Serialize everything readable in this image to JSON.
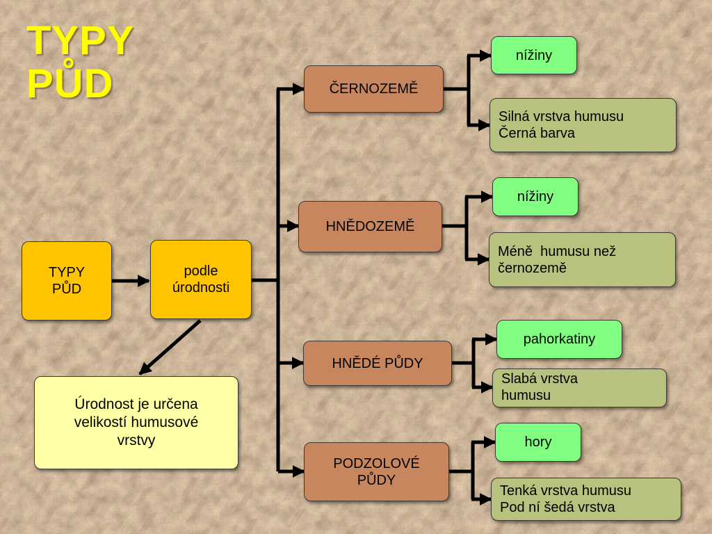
{
  "slide": {
    "title_line1": "TYPY",
    "title_line2": "PŮD"
  },
  "root": {
    "line1": "TYPY",
    "line2": "PŮD"
  },
  "criterion": {
    "line1": "podle",
    "line2": "úrodnosti"
  },
  "note": {
    "line1": "Úrodnost je určena",
    "line2": "velikostí humusové",
    "line3": "vrstvy"
  },
  "types": [
    {
      "name": "ČERNOZEMĚ",
      "location": "nížiny",
      "desc_line1": "Silná vrstva humusu",
      "desc_line2": "Černá barva"
    },
    {
      "name": "HNĚDOZEMĚ",
      "location": "nížiny",
      "desc_line1": "Méně  humusu než",
      "desc_line2": "černozemě"
    },
    {
      "name": "HNĚDÉ PŮDY",
      "location": "pahorkatiny",
      "desc_line1": "Slabá vrstva",
      "desc_line2": "humusu"
    },
    {
      "name_line1": "PODZOLOVÉ",
      "name_line2": "PŮDY",
      "location": "hory",
      "desc_line1": "Tenká vrstva humusu",
      "desc_line2": "Pod ní šedá vrstva"
    }
  ],
  "colors": {
    "title": "#ffff00",
    "root_fill": "#ffc400",
    "note_fill": "#ffffa6",
    "type_fill": "#c8865e",
    "location_fill": "#80ff80",
    "desc_fill": "#b9c17e",
    "connector": "#000000"
  }
}
